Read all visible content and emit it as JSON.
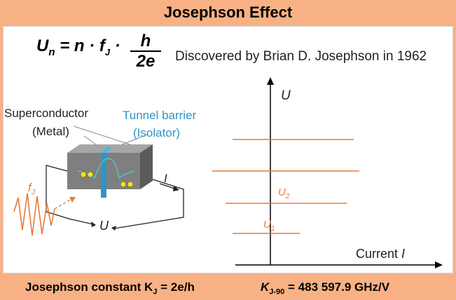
{
  "title": "Josephson Effect",
  "formula": {
    "lhs": "U",
    "lhs_sub": "n",
    "eq": "= n · f",
    "f_sub": "J",
    "dot": "·",
    "numerator": "h",
    "denominator": "2e"
  },
  "discovered": "Discovered by Brian D. Josephson in 1962",
  "labels": {
    "superconductor": "Superconductor",
    "metal": "(Metal)",
    "tunnel_barrier": "Tunnel barrier",
    "isolator": "(Isolator)",
    "current_arrow": "I",
    "frequency": "f",
    "frequency_sub": "J",
    "voltage_circuit": "U"
  },
  "graph": {
    "y_axis_label": "U",
    "x_axis_label": "Current",
    "x_axis_symbol": "I",
    "u2": "U",
    "u2_sub": "2",
    "u1": "U",
    "u1_sub": "1"
  },
  "footer": {
    "left": "Josephson constant K",
    "left_sub": "J",
    "left_rest": " = 2e/h",
    "right": "K",
    "right_sub": "J-90",
    "right_rest": " = 483 597.9 GHz/V"
  },
  "colors": {
    "frame": "#f7b184",
    "orange": "#e87a3a",
    "blue": "#2f94c6",
    "block": "#7f7f7f"
  }
}
